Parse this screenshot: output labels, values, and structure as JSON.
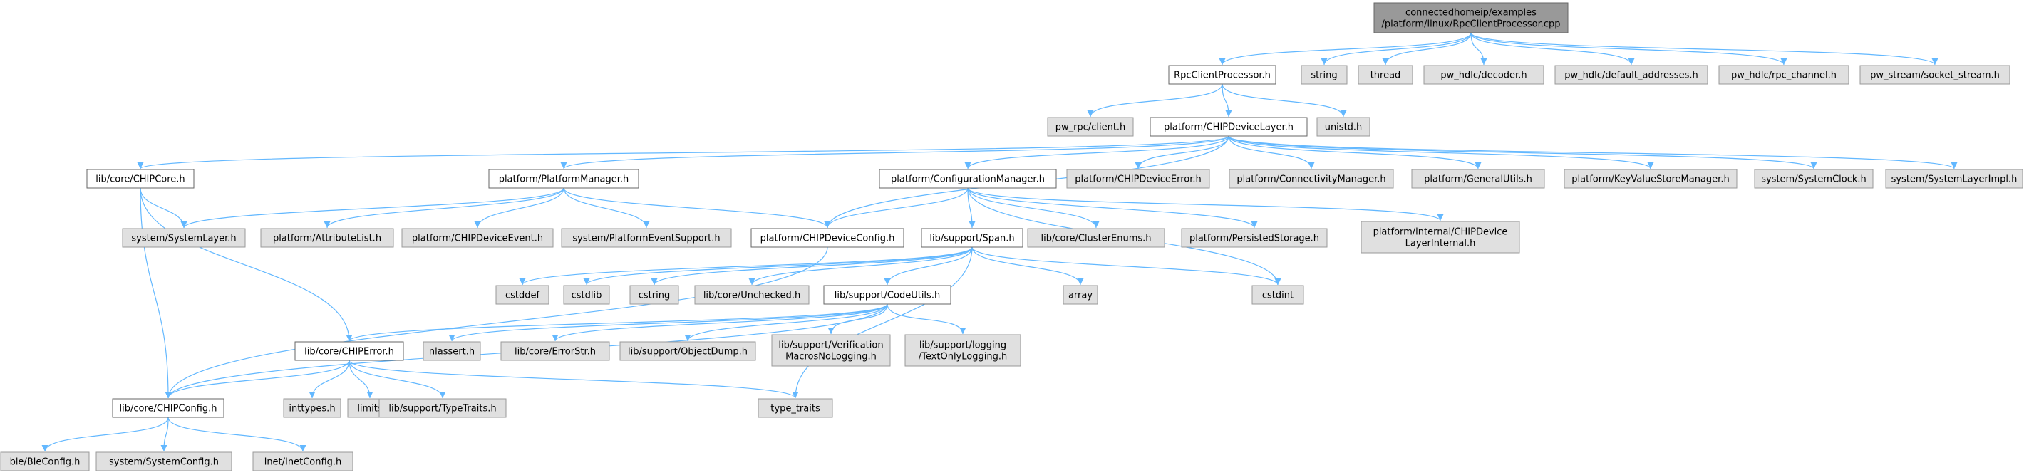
{
  "graph": {
    "title": "connectedhomeip/examples/platform/linux/RpcClientProcessor.cpp",
    "colors": {
      "edge": "#63b8ff",
      "root_fill": "#999999",
      "root_border": "#666666",
      "documented_fill": "#ffffff",
      "documented_border": "#666666",
      "external_fill": "#e0e0e0",
      "external_border": "#999999"
    },
    "nodes": [
      {
        "id": "root",
        "label": "connectedhomeip/examples\n/platform/linux/RpcClientProcessor.cpp",
        "kind": "root"
      },
      {
        "id": "rpcproc",
        "label": "RpcClientProcessor.h",
        "kind": "documented"
      },
      {
        "id": "string",
        "label": "string",
        "kind": "external"
      },
      {
        "id": "thread",
        "label": "thread",
        "kind": "external"
      },
      {
        "id": "pwdecoder",
        "label": "pw_hdlc/decoder.h",
        "kind": "external"
      },
      {
        "id": "pwdefaddr",
        "label": "pw_hdlc/default_addresses.h",
        "kind": "external"
      },
      {
        "id": "pwrpcch",
        "label": "pw_hdlc/rpc_channel.h",
        "kind": "external"
      },
      {
        "id": "pwsocket",
        "label": "pw_stream/socket_stream.h",
        "kind": "external"
      },
      {
        "id": "pwclient",
        "label": "pw_rpc/client.h",
        "kind": "external"
      },
      {
        "id": "devlayer",
        "label": "platform/CHIPDeviceLayer.h",
        "kind": "documented"
      },
      {
        "id": "unistd",
        "label": "unistd.h",
        "kind": "external"
      },
      {
        "id": "chipcore",
        "label": "lib/core/CHIPCore.h",
        "kind": "documented"
      },
      {
        "id": "platmgr",
        "label": "platform/PlatformManager.h",
        "kind": "documented"
      },
      {
        "id": "cfgmgr",
        "label": "platform/ConfigurationManager.h",
        "kind": "documented"
      },
      {
        "id": "deverr",
        "label": "platform/CHIPDeviceError.h",
        "kind": "external"
      },
      {
        "id": "connmgr",
        "label": "platform/ConnectivityManager.h",
        "kind": "external"
      },
      {
        "id": "genutils",
        "label": "platform/GeneralUtils.h",
        "kind": "external"
      },
      {
        "id": "kvsmgr",
        "label": "platform/KeyValueStoreManager.h",
        "kind": "external"
      },
      {
        "id": "sysclock",
        "label": "system/SystemClock.h",
        "kind": "external"
      },
      {
        "id": "syslayerimpl",
        "label": "system/SystemLayerImpl.h",
        "kind": "external"
      },
      {
        "id": "syslayer",
        "label": "system/SystemLayer.h",
        "kind": "external"
      },
      {
        "id": "attrlist",
        "label": "platform/AttributeList.h",
        "kind": "external"
      },
      {
        "id": "devevent",
        "label": "platform/CHIPDeviceEvent.h",
        "kind": "external"
      },
      {
        "id": "peventsup",
        "label": "system/PlatformEventSupport.h",
        "kind": "external"
      },
      {
        "id": "devcfg",
        "label": "platform/CHIPDeviceConfig.h",
        "kind": "documented"
      },
      {
        "id": "span",
        "label": "lib/support/Span.h",
        "kind": "documented"
      },
      {
        "id": "clusterenums",
        "label": "lib/core/ClusterEnums.h",
        "kind": "external"
      },
      {
        "id": "persist",
        "label": "platform/PersistedStorage.h",
        "kind": "external"
      },
      {
        "id": "devlayerint",
        "label": "platform/internal/CHIPDevice\nLayerInternal.h",
        "kind": "external"
      },
      {
        "id": "cstddef",
        "label": "cstddef",
        "kind": "external"
      },
      {
        "id": "cstdlib",
        "label": "cstdlib",
        "kind": "external"
      },
      {
        "id": "cstring",
        "label": "cstring",
        "kind": "external"
      },
      {
        "id": "unchecked",
        "label": "lib/core/Unchecked.h",
        "kind": "external"
      },
      {
        "id": "codeutils",
        "label": "lib/support/CodeUtils.h",
        "kind": "documented"
      },
      {
        "id": "array",
        "label": "array",
        "kind": "external"
      },
      {
        "id": "cstdint",
        "label": "cstdint",
        "kind": "external"
      },
      {
        "id": "chiperror",
        "label": "lib/core/CHIPError.h",
        "kind": "documented"
      },
      {
        "id": "nlassert",
        "label": "nlassert.h",
        "kind": "external"
      },
      {
        "id": "errorstr",
        "label": "lib/core/ErrorStr.h",
        "kind": "external"
      },
      {
        "id": "objdump",
        "label": "lib/support/ObjectDump.h",
        "kind": "external"
      },
      {
        "id": "verif",
        "label": "lib/support/Verification\nMacrosNoLogging.h",
        "kind": "external"
      },
      {
        "id": "textlog",
        "label": "lib/support/logging\n/TextOnlyLogging.h",
        "kind": "external"
      },
      {
        "id": "chipconfig",
        "label": "lib/core/CHIPConfig.h",
        "kind": "documented"
      },
      {
        "id": "inttypes",
        "label": "inttypes.h",
        "kind": "external"
      },
      {
        "id": "limits",
        "label": "limits",
        "kind": "external"
      },
      {
        "id": "typetraitsh",
        "label": "lib/support/TypeTraits.h",
        "kind": "external"
      },
      {
        "id": "typetraits",
        "label": "type_traits",
        "kind": "external"
      },
      {
        "id": "bleconfig",
        "label": "ble/BleConfig.h",
        "kind": "external"
      },
      {
        "id": "sysconfig",
        "label": "system/SystemConfig.h",
        "kind": "external"
      },
      {
        "id": "inetconfig",
        "label": "inet/InetConfig.h",
        "kind": "external"
      }
    ],
    "edges": [
      [
        "root",
        "rpcproc"
      ],
      [
        "root",
        "string"
      ],
      [
        "root",
        "thread"
      ],
      [
        "root",
        "pwdecoder"
      ],
      [
        "root",
        "pwdefaddr"
      ],
      [
        "root",
        "pwrpcch"
      ],
      [
        "root",
        "pwsocket"
      ],
      [
        "rpcproc",
        "pwclient"
      ],
      [
        "rpcproc",
        "devlayer"
      ],
      [
        "rpcproc",
        "unistd"
      ],
      [
        "devlayer",
        "chipcore"
      ],
      [
        "devlayer",
        "platmgr"
      ],
      [
        "devlayer",
        "cfgmgr"
      ],
      [
        "devlayer",
        "devcfg"
      ],
      [
        "devlayer",
        "deverr"
      ],
      [
        "devlayer",
        "connmgr"
      ],
      [
        "devlayer",
        "genutils"
      ],
      [
        "devlayer",
        "kvsmgr"
      ],
      [
        "devlayer",
        "sysclock"
      ],
      [
        "devlayer",
        "syslayerimpl"
      ],
      [
        "chipcore",
        "syslayer"
      ],
      [
        "chipcore",
        "chiperror"
      ],
      [
        "chipcore",
        "chipconfig"
      ],
      [
        "platmgr",
        "syslayer"
      ],
      [
        "platmgr",
        "attrlist"
      ],
      [
        "platmgr",
        "devevent"
      ],
      [
        "platmgr",
        "peventsup"
      ],
      [
        "platmgr",
        "devcfg"
      ],
      [
        "cfgmgr",
        "devcfg"
      ],
      [
        "cfgmgr",
        "span"
      ],
      [
        "cfgmgr",
        "clusterenums"
      ],
      [
        "cfgmgr",
        "persist"
      ],
      [
        "cfgmgr",
        "devlayerint"
      ],
      [
        "cfgmgr",
        "cstdint"
      ],
      [
        "devcfg",
        "chipconfig"
      ],
      [
        "span",
        "cstddef"
      ],
      [
        "span",
        "cstdlib"
      ],
      [
        "span",
        "cstring"
      ],
      [
        "span",
        "unchecked"
      ],
      [
        "span",
        "codeutils"
      ],
      [
        "span",
        "array"
      ],
      [
        "span",
        "cstdint"
      ],
      [
        "span",
        "typetraits"
      ],
      [
        "codeutils",
        "chipconfig"
      ],
      [
        "codeutils",
        "chiperror"
      ],
      [
        "codeutils",
        "nlassert"
      ],
      [
        "codeutils",
        "errorstr"
      ],
      [
        "codeutils",
        "objdump"
      ],
      [
        "codeutils",
        "verif"
      ],
      [
        "codeutils",
        "textlog"
      ],
      [
        "chiperror",
        "chipconfig"
      ],
      [
        "chiperror",
        "inttypes"
      ],
      [
        "chiperror",
        "limits"
      ],
      [
        "chiperror",
        "typetraitsh"
      ],
      [
        "chiperror",
        "typetraits"
      ],
      [
        "chipconfig",
        "bleconfig"
      ],
      [
        "chipconfig",
        "sysconfig"
      ],
      [
        "chipconfig",
        "inetconfig"
      ]
    ]
  }
}
